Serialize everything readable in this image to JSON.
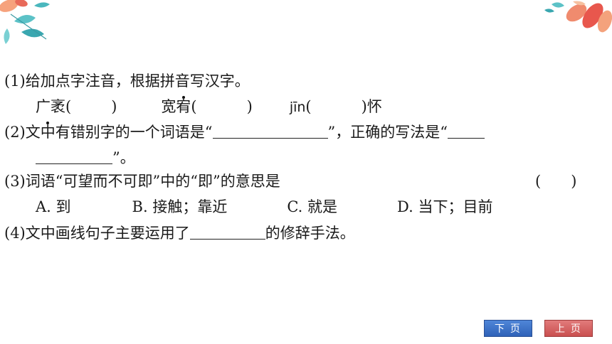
{
  "q1": {
    "label": "(1)给加点字注音，根据拼音写汉字。",
    "items": [
      {
        "text": "广袤(",
        "close": ")"
      },
      {
        "text_pre": "宽",
        "dotted": "宥",
        "text_post": "(",
        "close": ")"
      },
      {
        "pinyin": "jīn",
        "open": "(",
        "close": ")",
        "after": "怀"
      }
    ]
  },
  "q2": {
    "label_pre": "(2)文",
    "dotted": "中",
    "label_mid": "有错别字的一个词语是“",
    "label_mid2": "”，正确的写法是“",
    "label_end": "”。"
  },
  "q3": {
    "label": "(3)词语“可望而不可即”中的“即”的意思是",
    "paren": "(　　)",
    "options": [
      "A. 到",
      "B. 接触；靠近",
      "C. 就是",
      "D. 当下；目前"
    ]
  },
  "q4": {
    "label_pre": "(4)文中画线句子主要运用了",
    "label_post": "的修辞手法。"
  },
  "nav": {
    "next_label": "下 页",
    "prev_label": "上 页"
  }
}
